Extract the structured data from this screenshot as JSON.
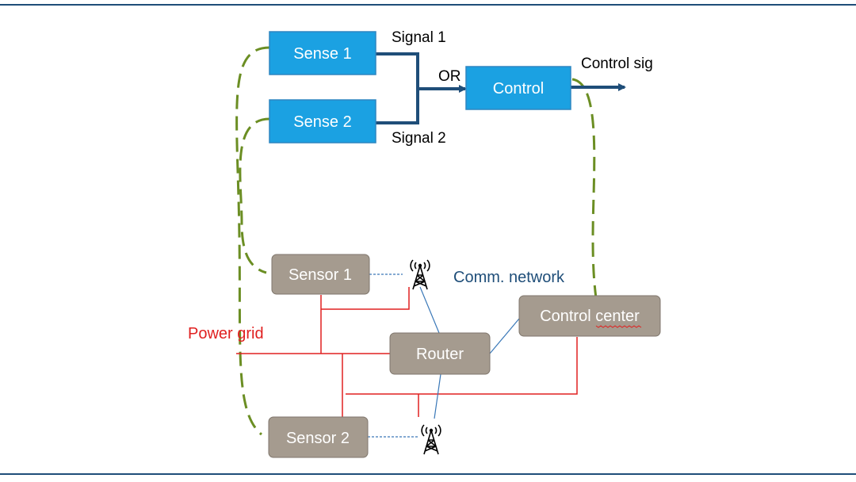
{
  "colors": {
    "frame": "#1F4E79",
    "sense_box": "#1BA1E2",
    "sense_box_border": "#2E86C1",
    "device_box": "#A59B8F",
    "device_box_border": "#7F766C",
    "signal_line": "#1F4E79",
    "power_grid": "#E02020",
    "comm_link": "#3A78B8",
    "dashed_link": "#6B8E23",
    "network_label": "#1F4E79",
    "power_label": "#E02020"
  },
  "logical": {
    "sense1": "Sense 1",
    "sense2": "Sense 2",
    "control": "Control",
    "signal1": "Signal 1",
    "signal2": "Signal 2",
    "or_label": "OR",
    "control_sig": "Control sig"
  },
  "physical": {
    "sensor1": "Sensor 1",
    "sensor2": "Sensor 2",
    "router": "Router",
    "control_center": "Control center",
    "comm_network": "Comm. network",
    "power_grid": "Power grid"
  },
  "icons": {
    "tower_top": "radio-tower-icon",
    "tower_bottom": "radio-tower-icon"
  }
}
